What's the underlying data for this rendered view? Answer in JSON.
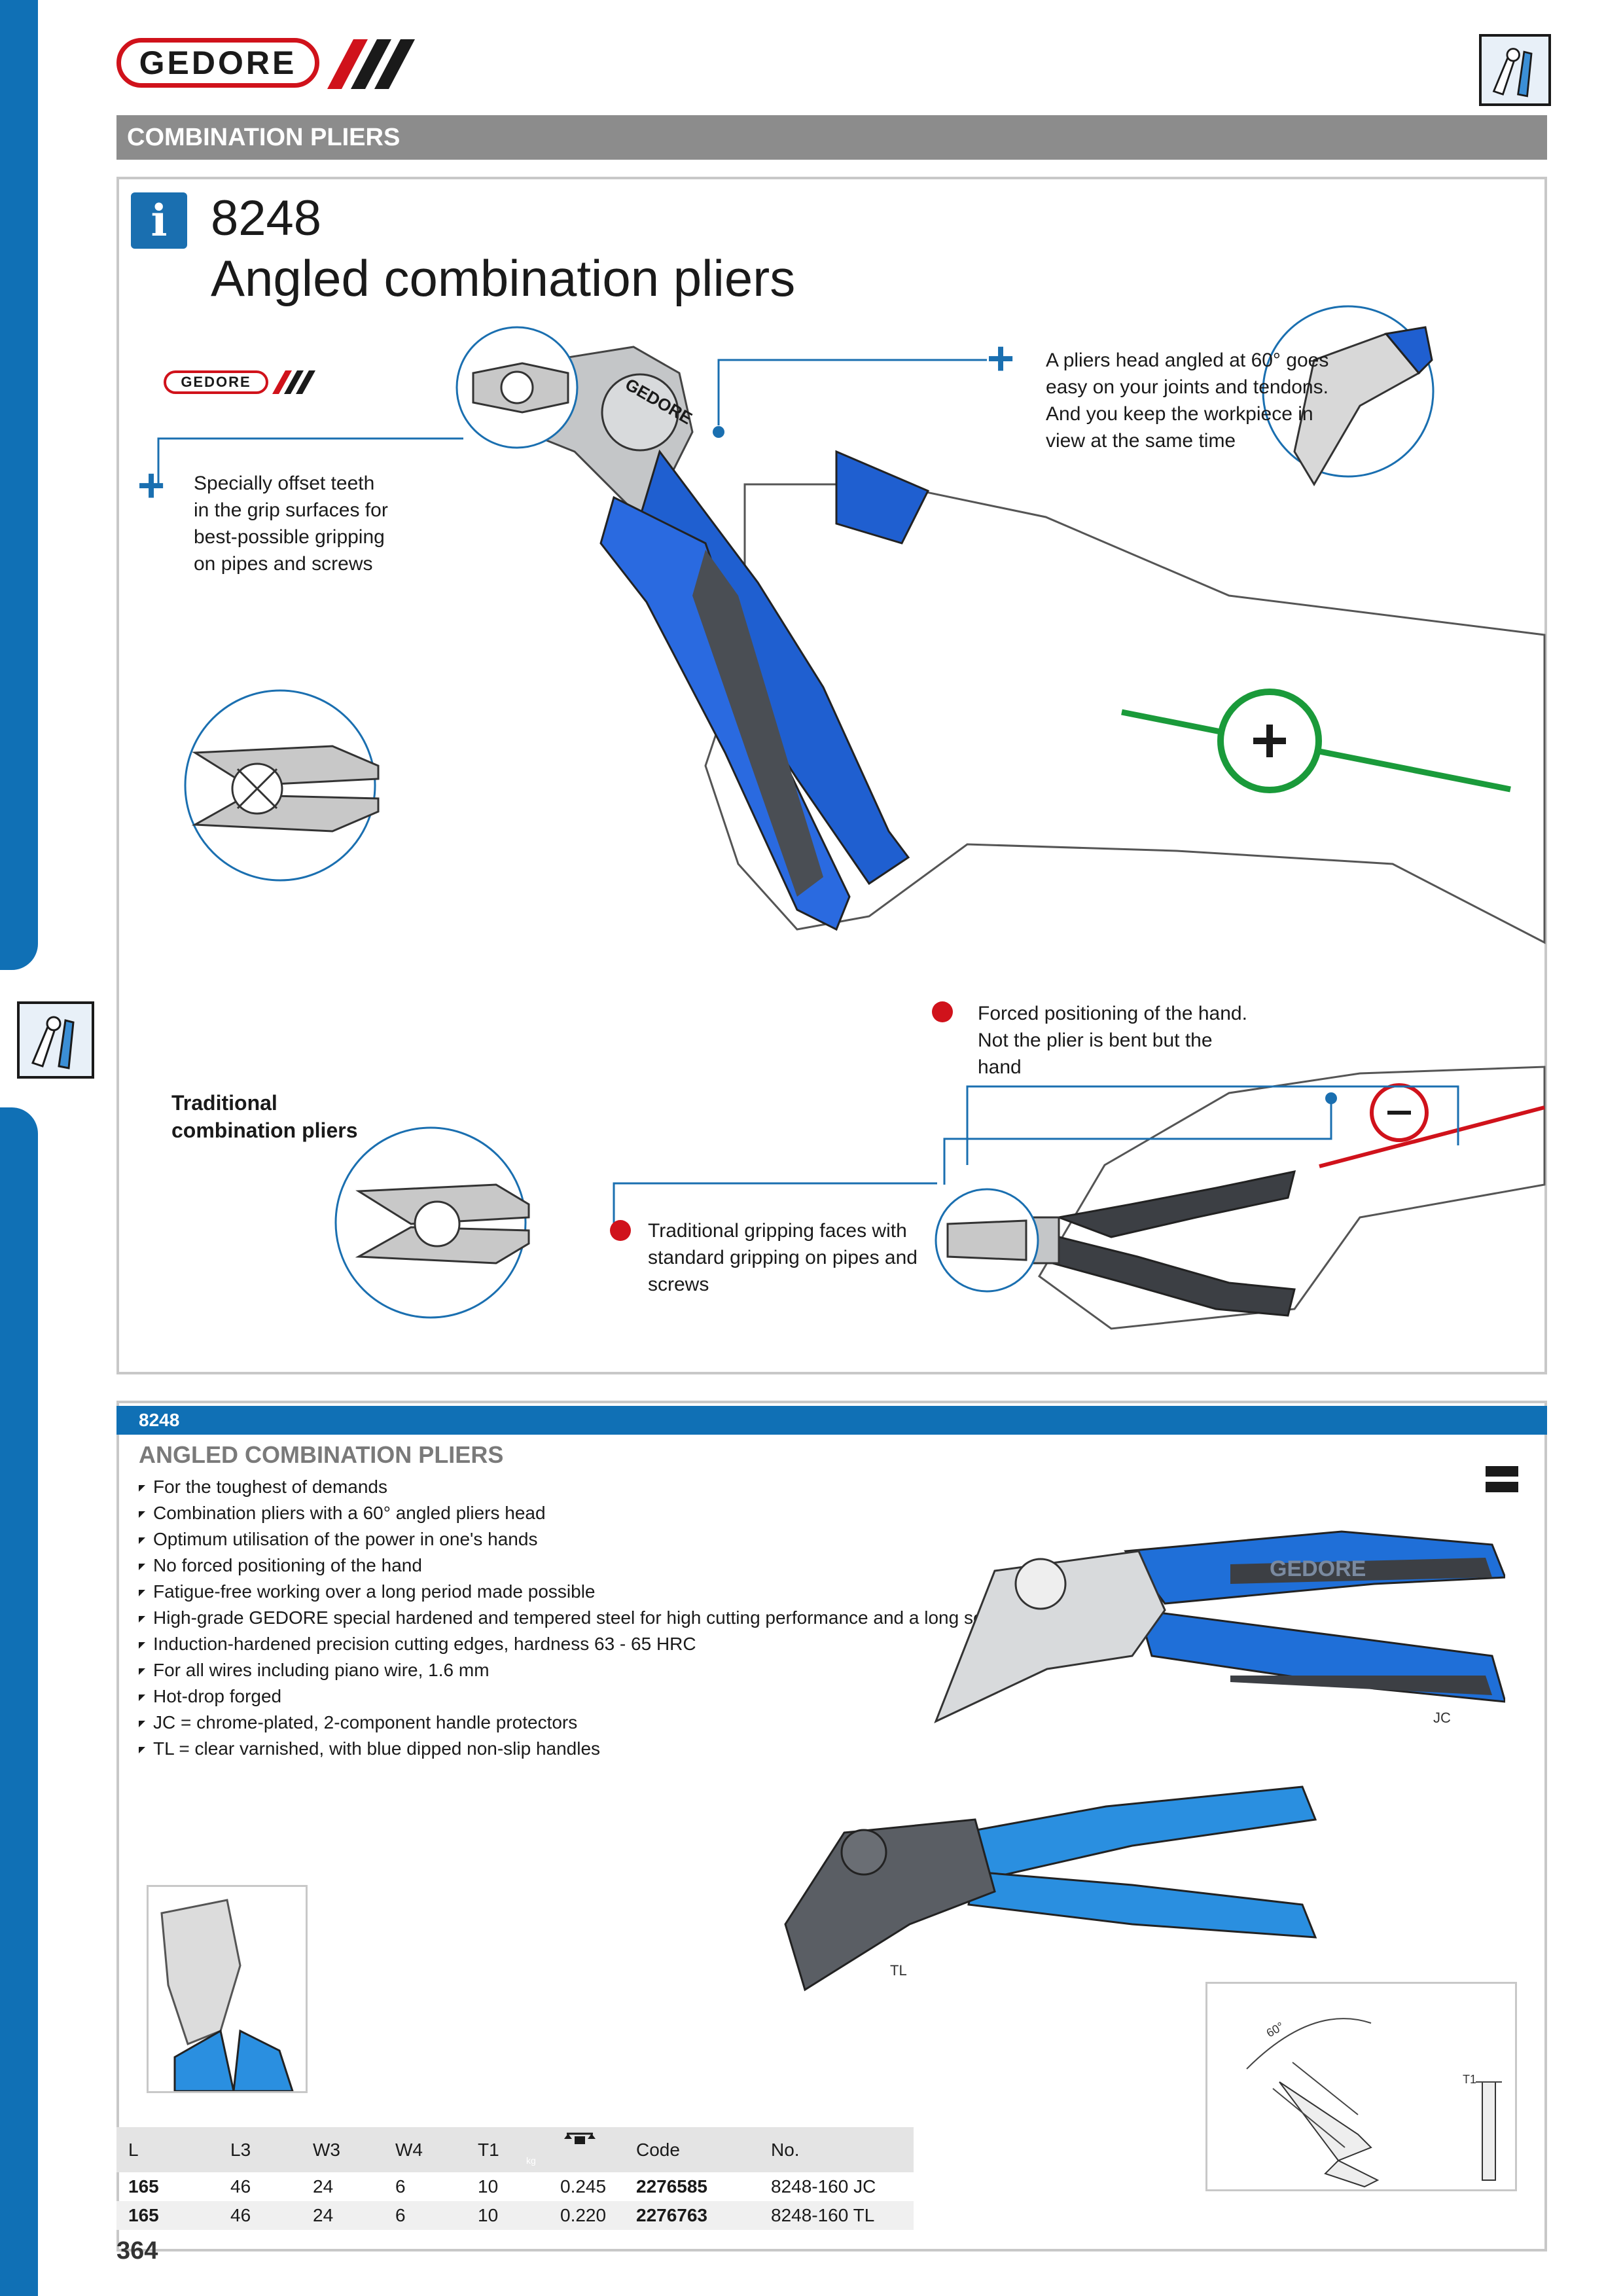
{
  "brand": {
    "logo_text": "GEDORE"
  },
  "section_title": "COMBINATION PLIERS",
  "feature": {
    "number": "8248",
    "title": "Angled combination pliers",
    "inline_logo": "GEDORE",
    "callout_teeth": [
      "Specially offset teeth",
      "in the grip surfaces for",
      "best-possible gripping",
      "on pipes and screws"
    ],
    "callout_head": [
      "A pliers head angled at 60° goes",
      "easy on your joints and tendons.",
      "And you keep the workpiece in",
      "view at the same time"
    ],
    "traditional_label": [
      "Traditional",
      "combination pliers"
    ],
    "callout_forced": [
      "Forced positioning of the hand.",
      "Not the plier is bent but the",
      "hand"
    ],
    "callout_traditional": [
      "Traditional gripping faces with",
      "standard gripping on pipes and",
      "screws"
    ]
  },
  "product": {
    "bar_number": "8248",
    "heading": "ANGLED COMBINATION PLIERS",
    "features": [
      "For the toughest of demands",
      "Combination pliers with a 60° angled pliers head",
      "Optimum utilisation of the power in one's hands",
      "No forced positioning of the hand",
      "Fatigue-free working over a long period made possible",
      "High-grade GEDORE special hardened and tempered steel for high cutting performance and a long service life",
      "Induction-hardened precision cutting edges, hardness 63 - 65 HRC",
      "For all wires including piano wire, 1.6 mm",
      "Hot-drop forged",
      "JC = chrome-plated, 2-component handle protectors",
      "TL = clear varnished, with blue dipped non-slip handles"
    ],
    "label_jc": "JC",
    "label_tl": "TL",
    "dim_angle": "60°",
    "dim_t1": "T1"
  },
  "table": {
    "headers": [
      "L",
      "L3",
      "W3",
      "W4",
      "T1",
      "kg",
      "Code",
      "No."
    ],
    "rows": [
      [
        "165",
        "46",
        "24",
        "6",
        "10",
        "0.245",
        "2276585",
        "8248-160 JC"
      ],
      [
        "165",
        "46",
        "24",
        "6",
        "10",
        "0.220",
        "2276763",
        "8248-160 TL"
      ]
    ]
  },
  "page_number": "364",
  "colors": {
    "brand_blue": "#1070b5",
    "brand_red": "#d0121b",
    "plus_green": "#1a9a3a"
  }
}
